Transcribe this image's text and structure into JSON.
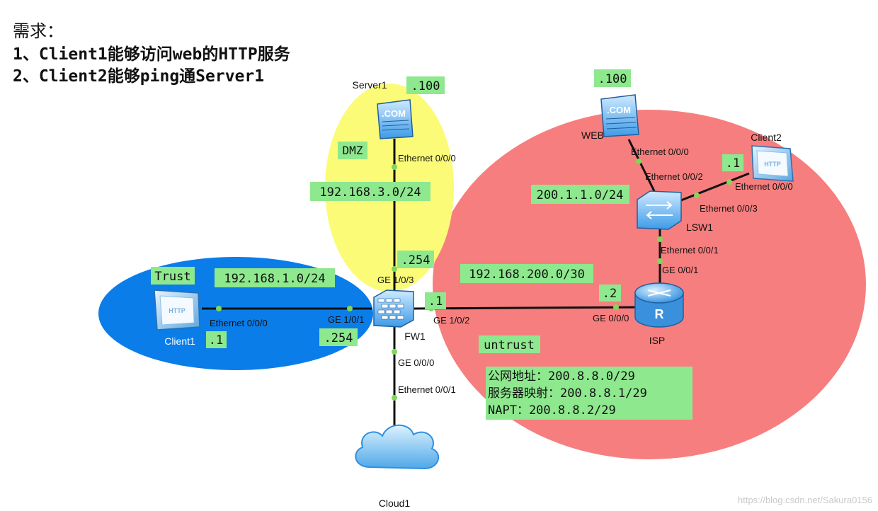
{
  "requirements": {
    "heading": "需求：",
    "lines": [
      "1、Client1能够访问web的HTTP服务",
      "2、Client2能够ping通Server1"
    ]
  },
  "zones": {
    "trust": "Trust",
    "dmz": "DMZ",
    "untrust": "untrust"
  },
  "devices": {
    "server1": {
      "label": "Server1",
      "badge": ".COM"
    },
    "web": {
      "label": "WEB",
      "badge": ".COM"
    },
    "client1": {
      "label": "Client1",
      "badge": "HTTP"
    },
    "client2": {
      "label": "Client2",
      "badge": "HTTP"
    },
    "fw1": {
      "label": "FW1"
    },
    "lsw1": {
      "label": "LSW1"
    },
    "isp": {
      "label": "ISP",
      "badge": "R"
    },
    "cloud1": {
      "label": "Cloud1"
    }
  },
  "interfaces": {
    "server1_eth": "Ethernet 0/0/0",
    "fw_ge103": "GE 1/0/3",
    "client1_eth": "Ethernet 0/0/0",
    "fw_ge101": "GE 1/0/1",
    "fw_ge102": "GE 1/0/2",
    "isp_ge000": "GE 0/0/0",
    "isp_ge001": "GE 0/0/1",
    "lsw_eth001": "Ethernet 0/0/1",
    "lsw_eth002": "Ethernet 0/0/2",
    "lsw_eth003": "Ethernet 0/0/3",
    "web_eth": "Ethernet 0/0/0",
    "client2_eth": "Ethernet 0/0/0",
    "fw_ge000": "GE 0/0/0",
    "cloud_eth": "Ethernet 0/0/1"
  },
  "address_labels": {
    "server1_host": ".100",
    "web_host": ".100",
    "client2_host": ".1",
    "dmz_net": "192.168.3.0/24",
    "dmz_gw": ".254",
    "trust_net": "192.168.1.0/24",
    "client1_host": ".1",
    "trust_gw": ".254",
    "link_net": "192.168.200.0/30",
    "fw_link": ".1",
    "isp_link": ".2",
    "public_net": "200.1.1.0/24"
  },
  "nat_box": {
    "lines": [
      "公网地址：200.8.8.0/29",
      "服务器映射：200.8.8.1/29",
      "NAPT：200.8.8.2/29"
    ]
  },
  "watermark": "https://blog.csdn.net/Sakura0156",
  "colors": {
    "trust_zone": "#0a7de8",
    "dmz_zone": "#fbfb78",
    "untrust_zone": "#f77e7e",
    "label_bg": "#8ee88e",
    "link": "#111111",
    "port_dot": "#7ed957"
  }
}
